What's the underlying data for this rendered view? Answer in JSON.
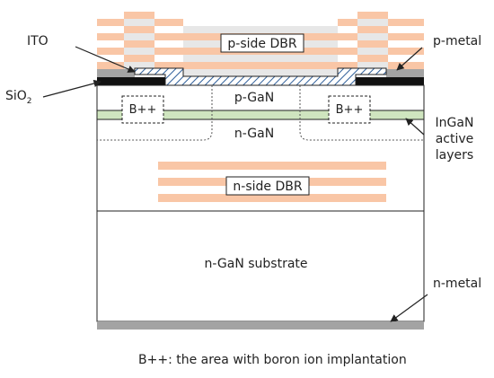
{
  "labels": {
    "p_side_dbr": "p-side DBR",
    "n_side_dbr": "n-side DBR",
    "p_gan": "p-GaN",
    "n_gan": "n-GaN",
    "b_left": "B++",
    "b_right": "B++",
    "substrate": "n-GaN substrate",
    "ito": "ITO",
    "sio2_main": "SiO",
    "sio2_sub": "2",
    "p_metal": "p-metal",
    "n_metal": "n-metal",
    "ingan_line1": "InGaN",
    "ingan_line2": "active",
    "ingan_line3": "layers",
    "footnote": "B++: the area with boron ion implantation"
  },
  "colors": {
    "dbr_light": "#f9c6a6",
    "dbr_white": "#ffffff",
    "dbr_gray": "#e7e7e7",
    "metal_gray": "#a3a3a3",
    "ingan_green": "#cfe5bf",
    "sio2_black": "#111111",
    "ito_hatch": "#2f5f9a",
    "outline": "#222222"
  }
}
